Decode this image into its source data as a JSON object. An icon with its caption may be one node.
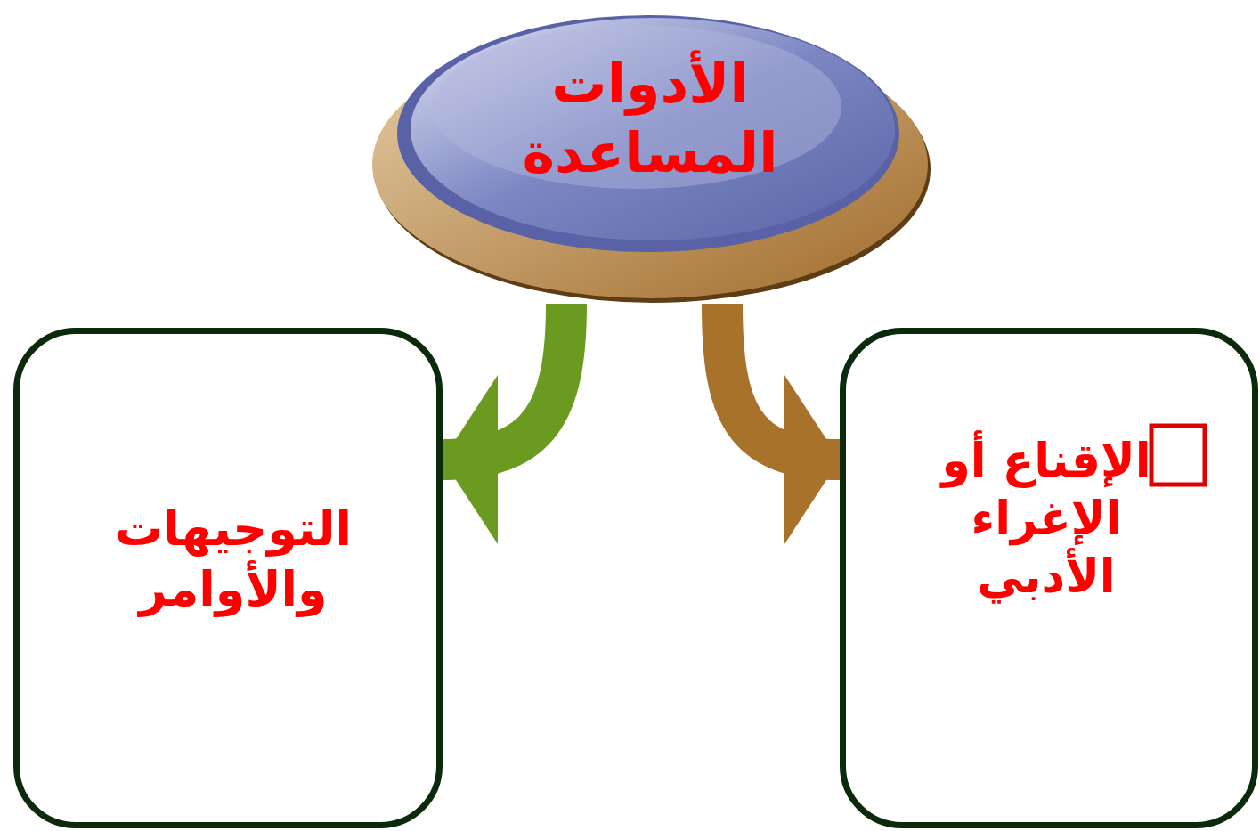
{
  "diagram": {
    "nodes": [
      {
        "text": [
          "الأدوات المساعدة"
        ]
      },
      {
        "text": [
          "الإقناع أو الإغراء الأدبي"
        ]
      },
      {
        "text": [
          "التوجيهات والأوامر"
        ]
      }
    ],
    "edges": [
      {
        "from": 0,
        "to": 1,
        "arrow": "to",
        "color": "#a8722a"
      },
      {
        "from": 0,
        "to": 2,
        "arrow": "to",
        "color": "#6a9a1f"
      }
    ]
  }
}
